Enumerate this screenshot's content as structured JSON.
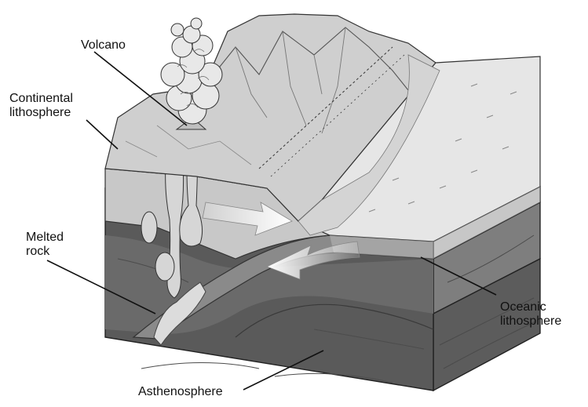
{
  "labels": {
    "volcano": "Volcano",
    "continental_1": "Continental",
    "continental_2": "lithosphere",
    "melted_1": "Melted",
    "melted_2": "rock",
    "oceanic_1": "Oceanic",
    "oceanic_2": "lithosphere",
    "asthenosphere": "Asthenosphere"
  },
  "colors": {
    "mantle_dark": "#5a5a5a",
    "oceanic_plate": "#8a8a8a",
    "continental_light": "#c8c8c8",
    "ocean_top": "#e6e6e6",
    "magma": "#dadada",
    "arrow": "#ffffff"
  },
  "icons": [
    "volcano-ash-cloud",
    "movement-arrow-right",
    "movement-arrow-left"
  ]
}
